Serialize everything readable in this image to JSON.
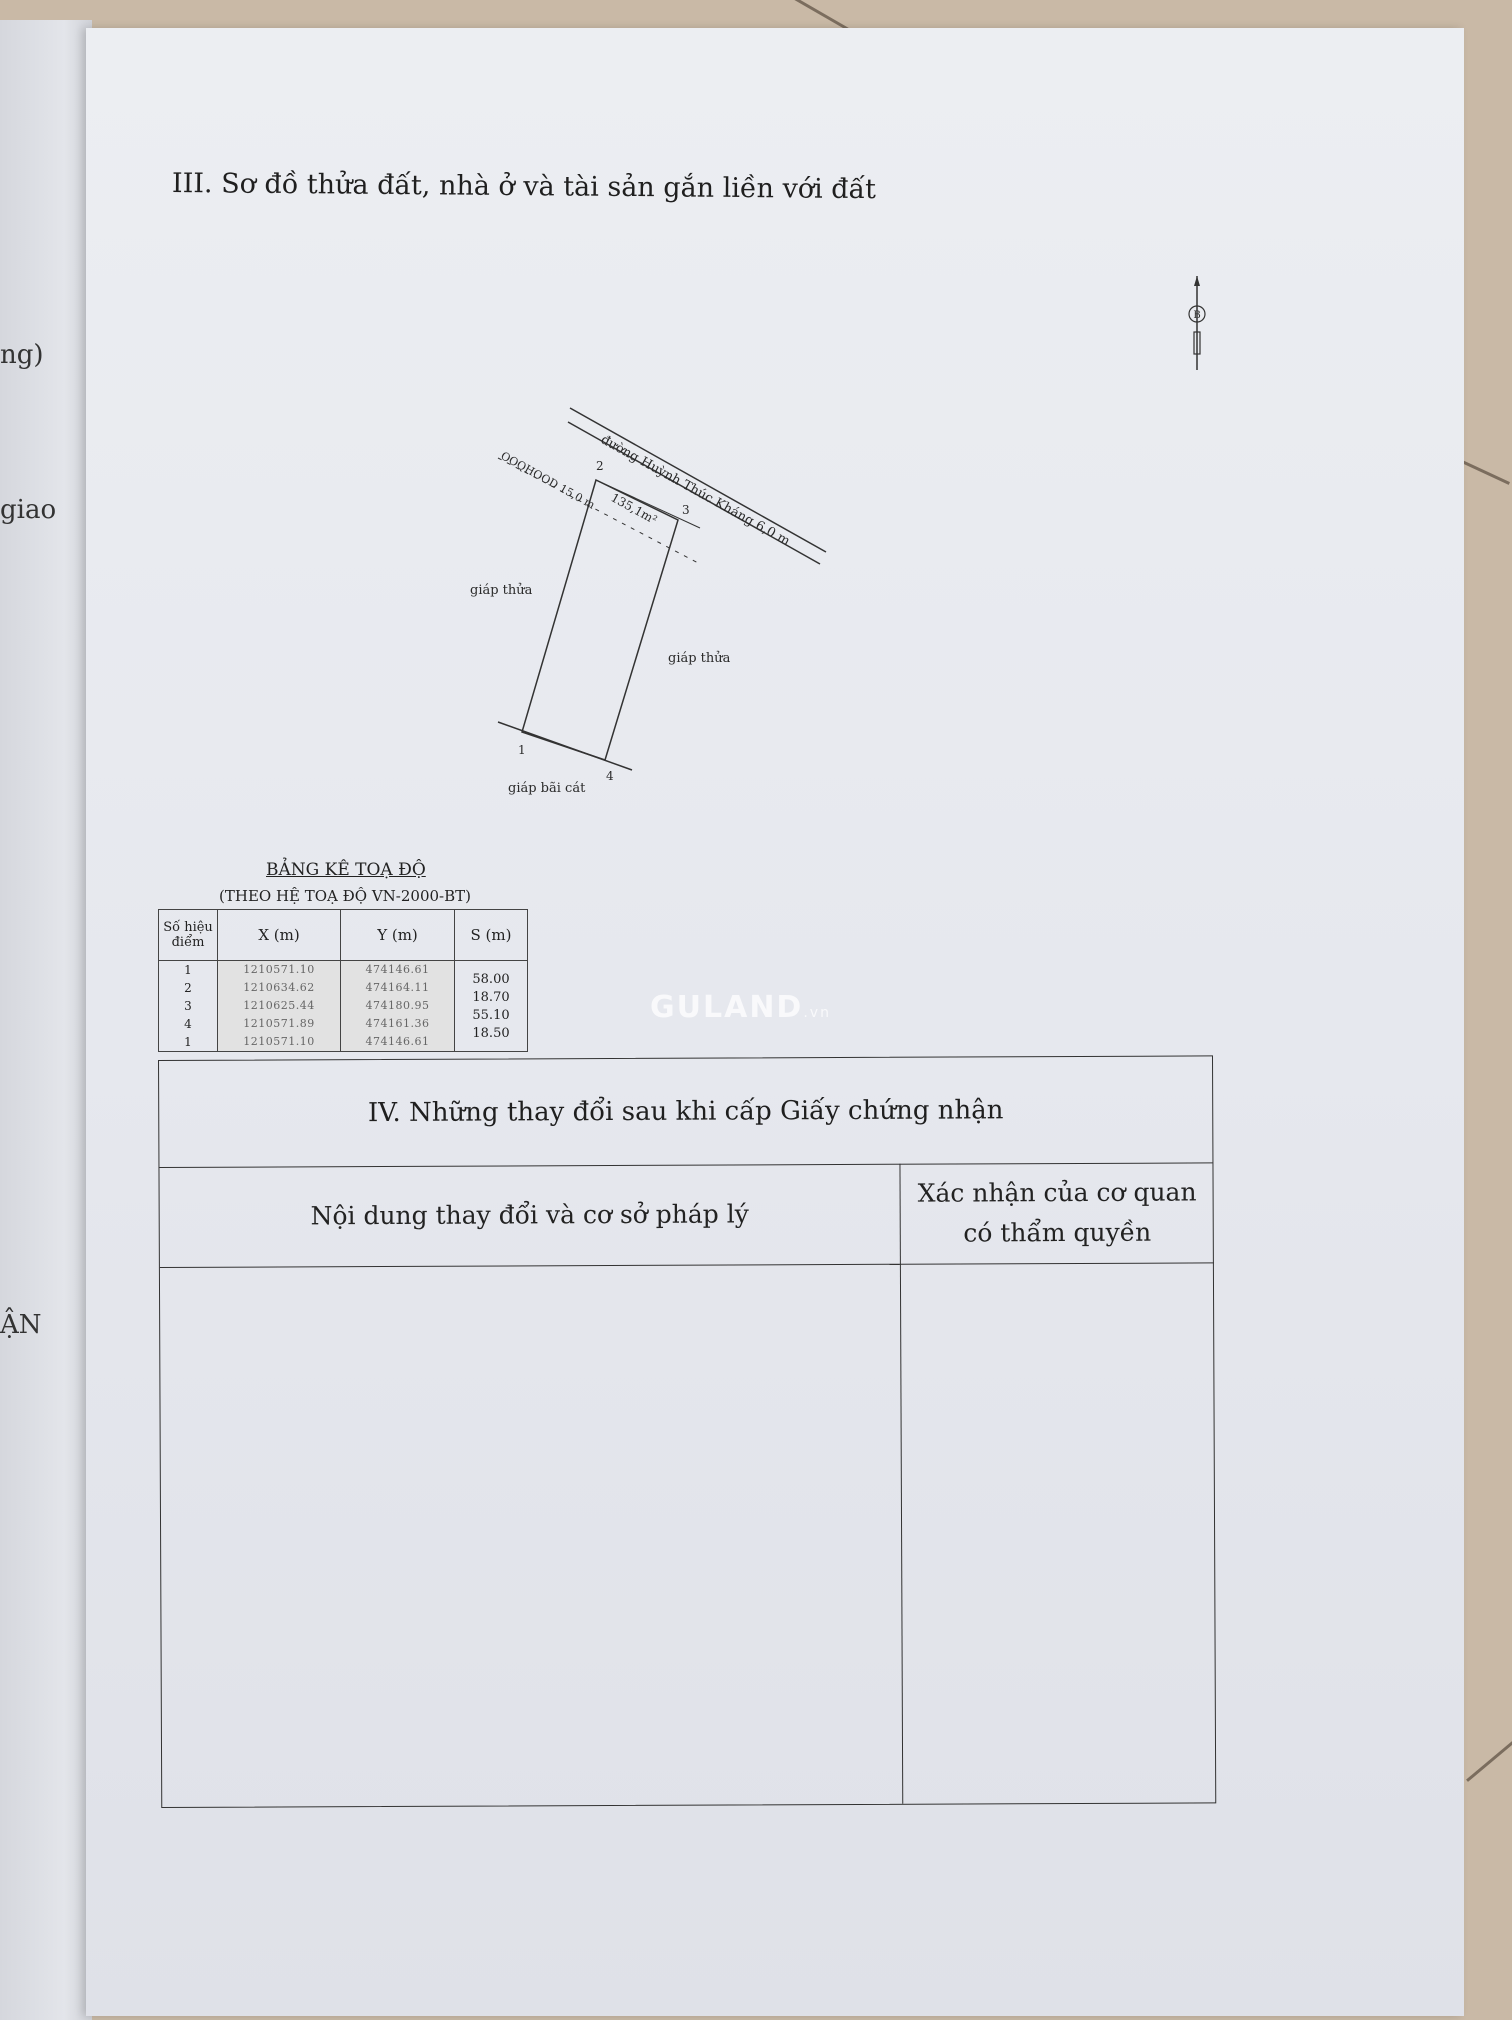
{
  "left_page": {
    "fragments": [
      "ng)",
      "giao",
      "ẬN"
    ]
  },
  "section3": {
    "title": "III. Sơ đồ thửa đất, nhà ở và tài sản gắn liền với đất"
  },
  "compass": {
    "symbol": "B"
  },
  "plot_map": {
    "road_label": "đường Huỳnh Thúc Kháng 6,0 m",
    "corridor_label": "OOQHOOD 15,0 m",
    "area_label": "135,1m²",
    "left_neighbor": "giáp thửa",
    "right_neighbor": "giáp thửa",
    "bottom_neighbor": "giáp bãi cát",
    "points": [
      "1",
      "2",
      "3",
      "4"
    ]
  },
  "coord_table": {
    "title": "BẢNG KÊ TOẠ ĐỘ",
    "subtitle": "(THEO HỆ TOẠ ĐỘ VN-2000-BT)",
    "headers": [
      "Số hiệu điểm",
      "X (m)",
      "Y (m)",
      "S (m)"
    ],
    "point_ids": [
      "1",
      "2",
      "3",
      "4",
      "1"
    ],
    "x_values": [
      "1210571.10",
      "1210634.62",
      "1210625.44",
      "1210571.89",
      "1210571.10"
    ],
    "y_values": [
      "474146.61",
      "474164.11",
      "474180.95",
      "474161.36",
      "474146.61"
    ],
    "s_values": [
      "58.00",
      "18.70",
      "55.10",
      "18.50"
    ]
  },
  "watermark": {
    "brand": "GULAND",
    "domain": ".vn"
  },
  "section4": {
    "title": "IV. Những thay đổi sau khi cấp Giấy chứng nhận",
    "col_left_header": "Nội dung thay đổi và cơ sở pháp lý",
    "col_right_header_line1": "Xác nhận của cơ quan",
    "col_right_header_line2": "có thẩm quyền"
  },
  "colors": {
    "paper": "#e6e8ee",
    "ink": "#222222",
    "tile": "#c9b9a6"
  }
}
